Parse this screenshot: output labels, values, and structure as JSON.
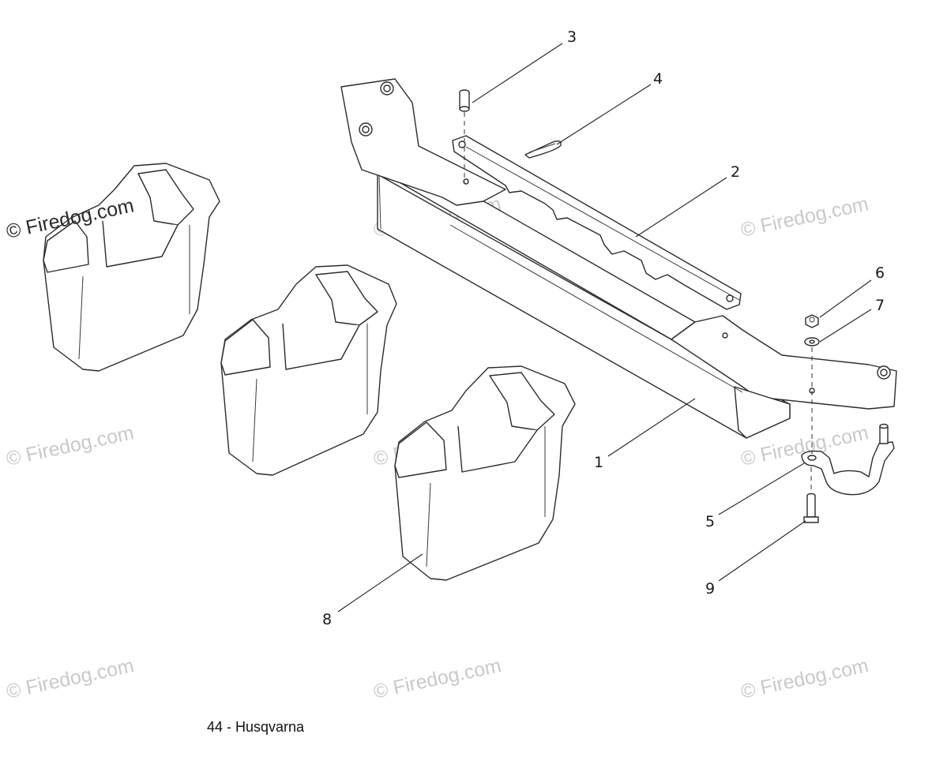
{
  "callouts": [
    {
      "id": "1",
      "label": "1"
    },
    {
      "id": "2",
      "label": "2"
    },
    {
      "id": "3",
      "label": "3"
    },
    {
      "id": "4",
      "label": "4"
    },
    {
      "id": "5",
      "label": "5"
    },
    {
      "id": "6",
      "label": "6"
    },
    {
      "id": "7",
      "label": "7"
    },
    {
      "id": "8",
      "label": "8"
    },
    {
      "id": "9",
      "label": "9"
    }
  ],
  "watermark": {
    "text": "© Firedog.com",
    "prominent_text": "© Firedog.com"
  },
  "footer": {
    "page_label": "44 - Husqvarna"
  },
  "colors": {
    "line": "#2b2b2b",
    "watermark": "#c9c9c9",
    "background": "#ffffff"
  }
}
